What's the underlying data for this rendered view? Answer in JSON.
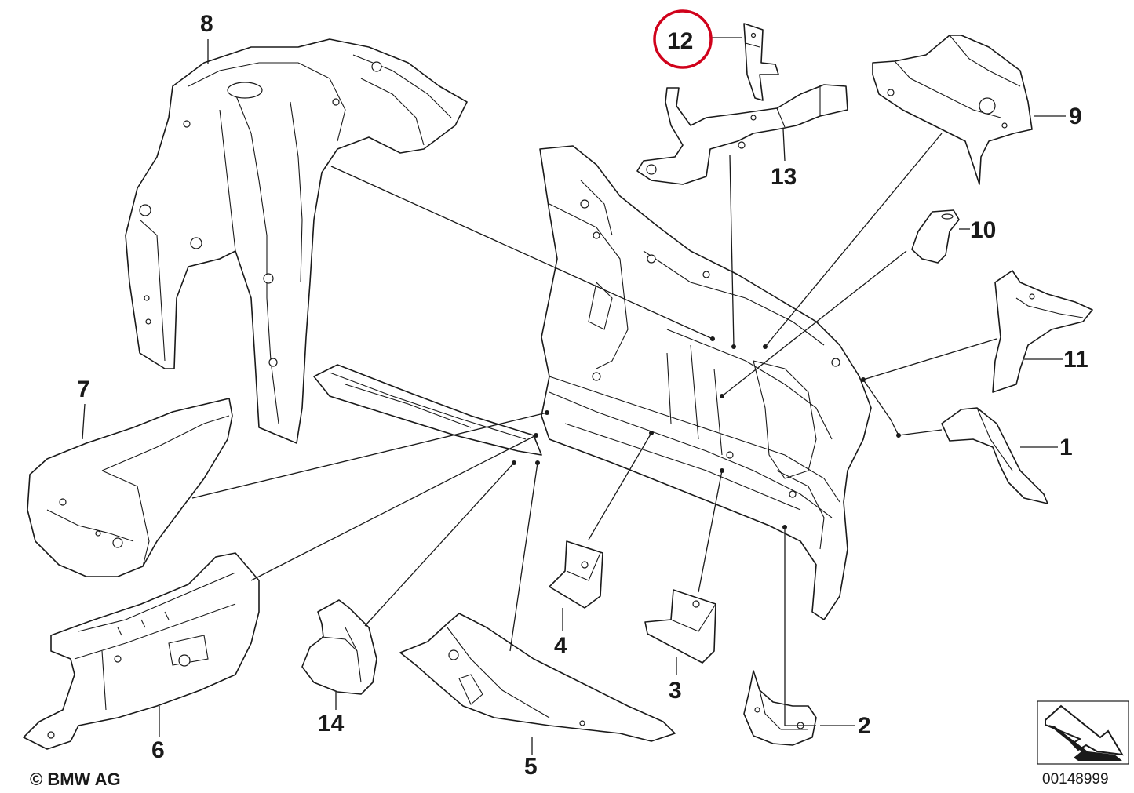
{
  "callouts": {
    "c1": "1",
    "c2": "2",
    "c3": "3",
    "c4": "4",
    "c5": "5",
    "c6": "6",
    "c7": "7",
    "c8": "8",
    "c9": "9",
    "c10": "10",
    "c11": "11",
    "c12": "12",
    "c13": "13",
    "c14": "14"
  },
  "highlighted_callout": "12",
  "highlight_color": "#d0021b",
  "footer": {
    "copyright": "© BMW AG",
    "reference_number": "00148999"
  },
  "icons": [
    "direction-arrow-icon"
  ]
}
